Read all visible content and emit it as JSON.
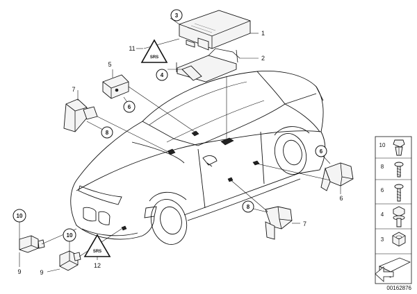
{
  "reference_number": "00162876",
  "callouts": {
    "c1": "1",
    "c2": "2",
    "c3": "3",
    "c4": "4",
    "c5": "5",
    "c6": "6",
    "c7": "7",
    "c8": "8",
    "c9": "9",
    "c10": "10",
    "c11": "11",
    "c12": "12",
    "c6b": "6",
    "c7b": "7",
    "c8b": "8",
    "c10b": "10",
    "c9b": "9"
  },
  "circle_labels": {
    "controller_3": "3",
    "bracket_4": "4",
    "sensor_6a": "6",
    "sensor_8a": "8",
    "sensor_6b": "6",
    "sensor_8b": "8",
    "sensor_10a": "10",
    "sensor_10b": "10"
  },
  "warning_label": "SRS",
  "fastener_legend": [
    {
      "label": "10"
    },
    {
      "label": "8"
    },
    {
      "label": "6"
    },
    {
      "label": "4"
    },
    {
      "label": "3"
    }
  ]
}
